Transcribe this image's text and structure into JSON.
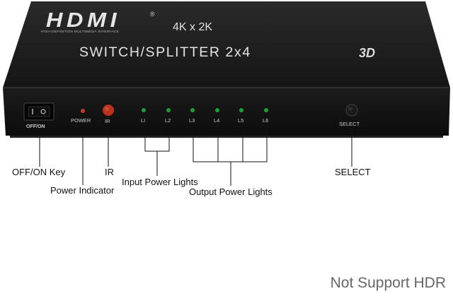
{
  "device": {
    "brand": "HDMI",
    "trademark": "®",
    "brand_tagline": "HIGH-DEFINITION MULTIMEDIA INTERFACE",
    "resolution": "4K x 2K",
    "model": "SWITCH/SPLITTER 2x4",
    "badge": "3D",
    "panel_labels": {
      "switch": "OFF/ON",
      "power": "POWER",
      "ir": "IR",
      "l1": "LI",
      "l2": "L2",
      "l3": "L3",
      "l4": "L4",
      "l5": "L5",
      "l6": "L6",
      "select": "SELECT"
    },
    "colors": {
      "body": "#1b1b1b",
      "front_panel": "#121212",
      "power_led": "#c0392b",
      "ir_window": "#b8321e",
      "status_led": "#1f9e3a"
    }
  },
  "callouts": {
    "switch": "OFF/ON Key",
    "power": "Power Indicator",
    "ir": "IR",
    "input_lights": "Input Power Lights",
    "output_lights": "Output Power Lights",
    "select": "SELECT"
  },
  "footnote": "Not Support HDR"
}
